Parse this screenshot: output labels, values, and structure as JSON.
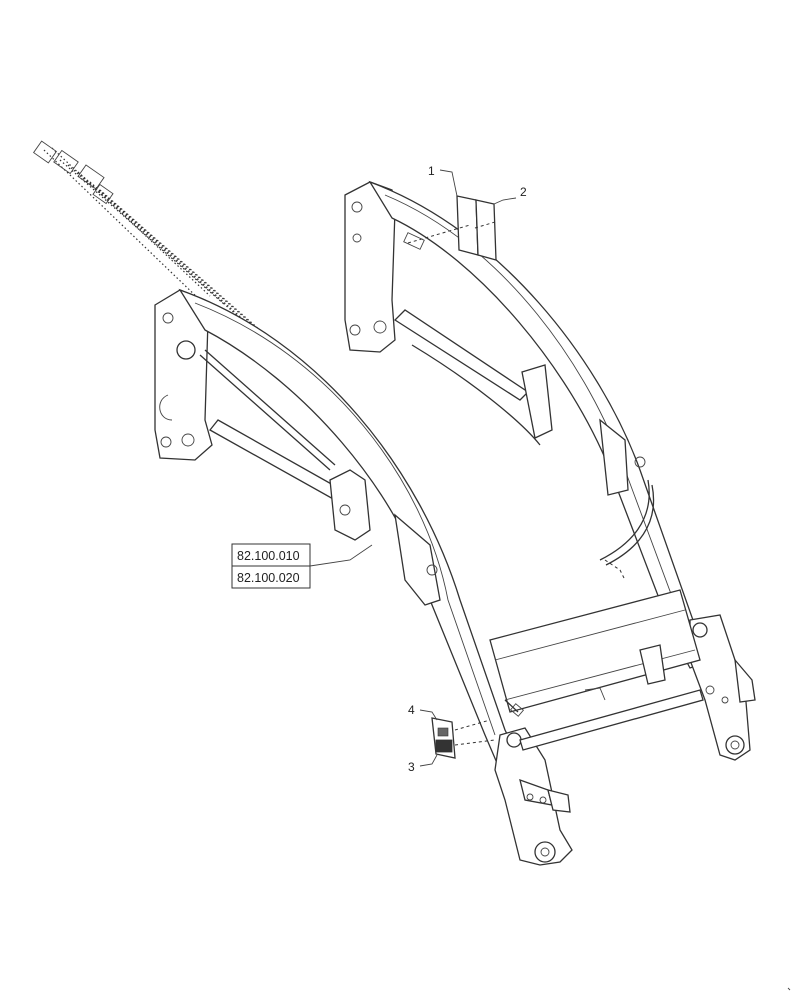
{
  "callouts": [
    {
      "number": "1"
    },
    {
      "number": "2"
    },
    {
      "number": "3"
    },
    {
      "number": "4"
    }
  ],
  "references": [
    "82.100.010",
    "82.100.020"
  ]
}
